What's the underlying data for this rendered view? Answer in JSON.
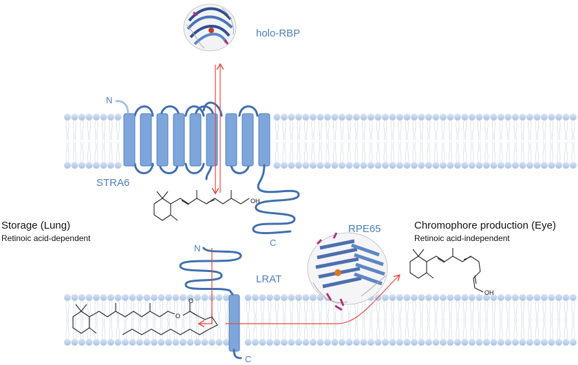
{
  "labels": {
    "holo_rbp": "holo-RBP",
    "stra6": "STRA6",
    "n_terminus_stra6": "N",
    "c_terminus_stra6": "C",
    "storage_title": "Storage (Lung)",
    "storage_sub": "Retinoic acid-dependent",
    "chromophore_title": "Chromophore production (Eye)",
    "chromophore_sub": "Retinoic acid-independent",
    "rpe65": "RPE65",
    "lrat": "LRAT",
    "n_terminus_lrat": "N",
    "c_terminus_lrat": "C",
    "oh_retinol": "OH",
    "oh_chromophore": "OH",
    "ester_o": "O",
    "ester_o2": "O"
  },
  "colors": {
    "membrane_head": "#b9cdea",
    "protein_blue": "#7fa6db",
    "loop_blue": "#3f6fb0",
    "arrow_red": "#e8463b",
    "label_blue": "#4a7fbf"
  }
}
